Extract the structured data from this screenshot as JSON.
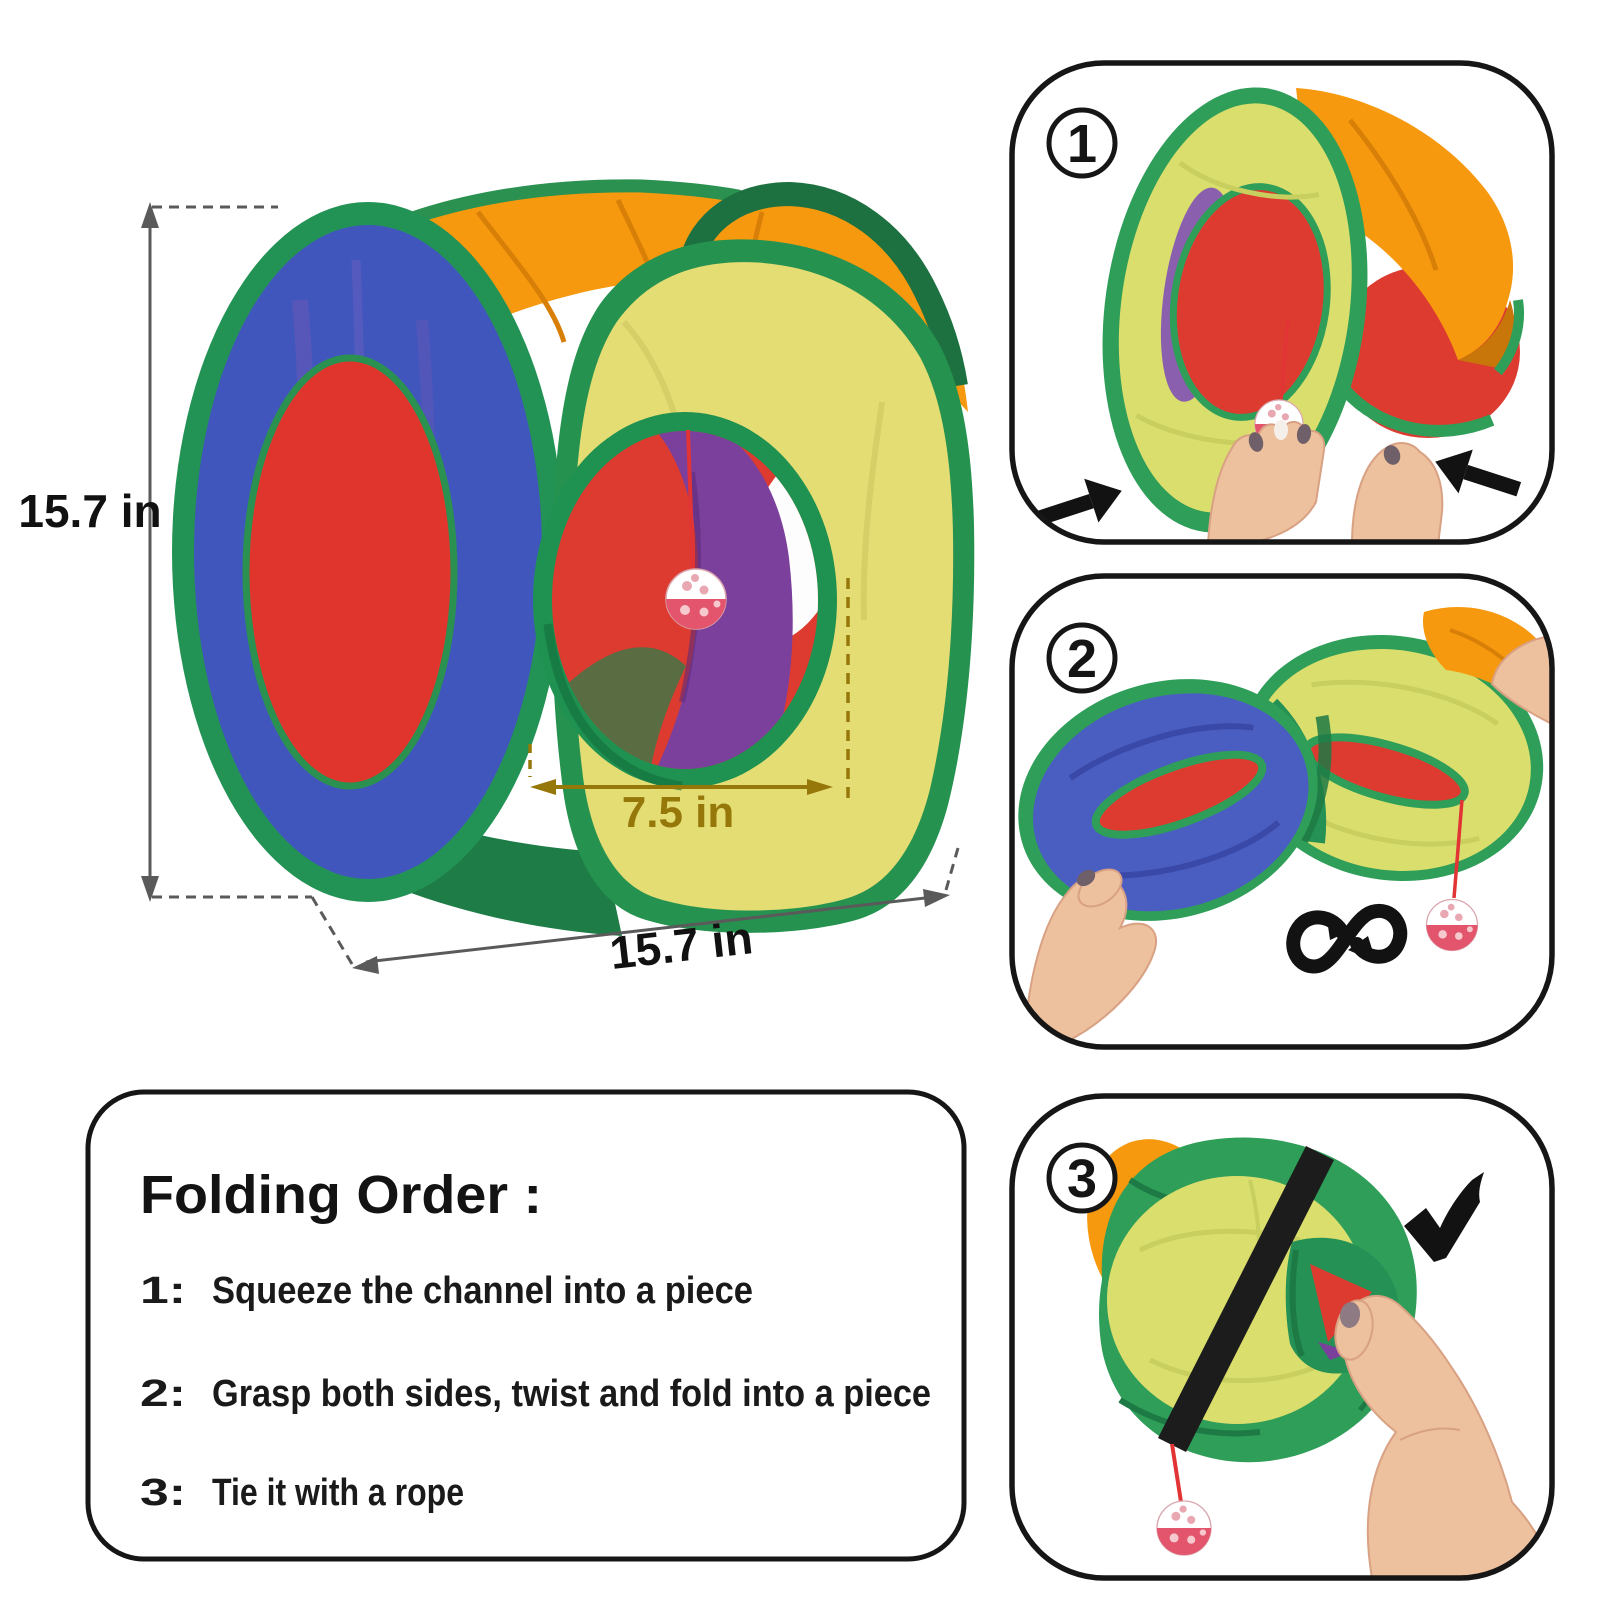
{
  "page": {
    "description": "Pop-up play cube tent folding instruction graphic",
    "background": "#ffffff"
  },
  "product_diagram": {
    "height_label": "15.7 in",
    "width_label": "15.7 in",
    "hole_label": "7.5 in"
  },
  "step_panels": [
    {
      "badge": "1"
    },
    {
      "badge": "2"
    },
    {
      "badge": "3"
    }
  ],
  "folding_order": {
    "title": "Folding Order :",
    "items": [
      {
        "label": "1:",
        "text": "Squeeze the channel into a piece"
      },
      {
        "label": "2:",
        "text": "Grasp both sides, twist and fold into a piece"
      },
      {
        "label": "3:",
        "text": "Tie it with a rope"
      }
    ]
  },
  "icons": {
    "squeeze_left": "arrow-pointing-right-at-tent",
    "squeeze_right": "arrow-pointing-left-at-tent",
    "twist": "infinity-twist-arrow",
    "done": "checkmark"
  },
  "colors": {
    "tent_yellow": "#dfdb72",
    "tent_green_trim": "#26924f",
    "tent_dark_green": "#1d7141",
    "tent_blue": "#4156bd",
    "tent_red": "#dd3b30",
    "tent_orange": "#f6990f",
    "tent_purple": "#7b3f9c",
    "interior_green": "#5a6c42",
    "dimension_gray": "#5a5a5a",
    "dimension_gold": "#96770a",
    "annotation_black": "#141414",
    "ball_pink": "#e3556c",
    "skin": "#edc09e"
  }
}
